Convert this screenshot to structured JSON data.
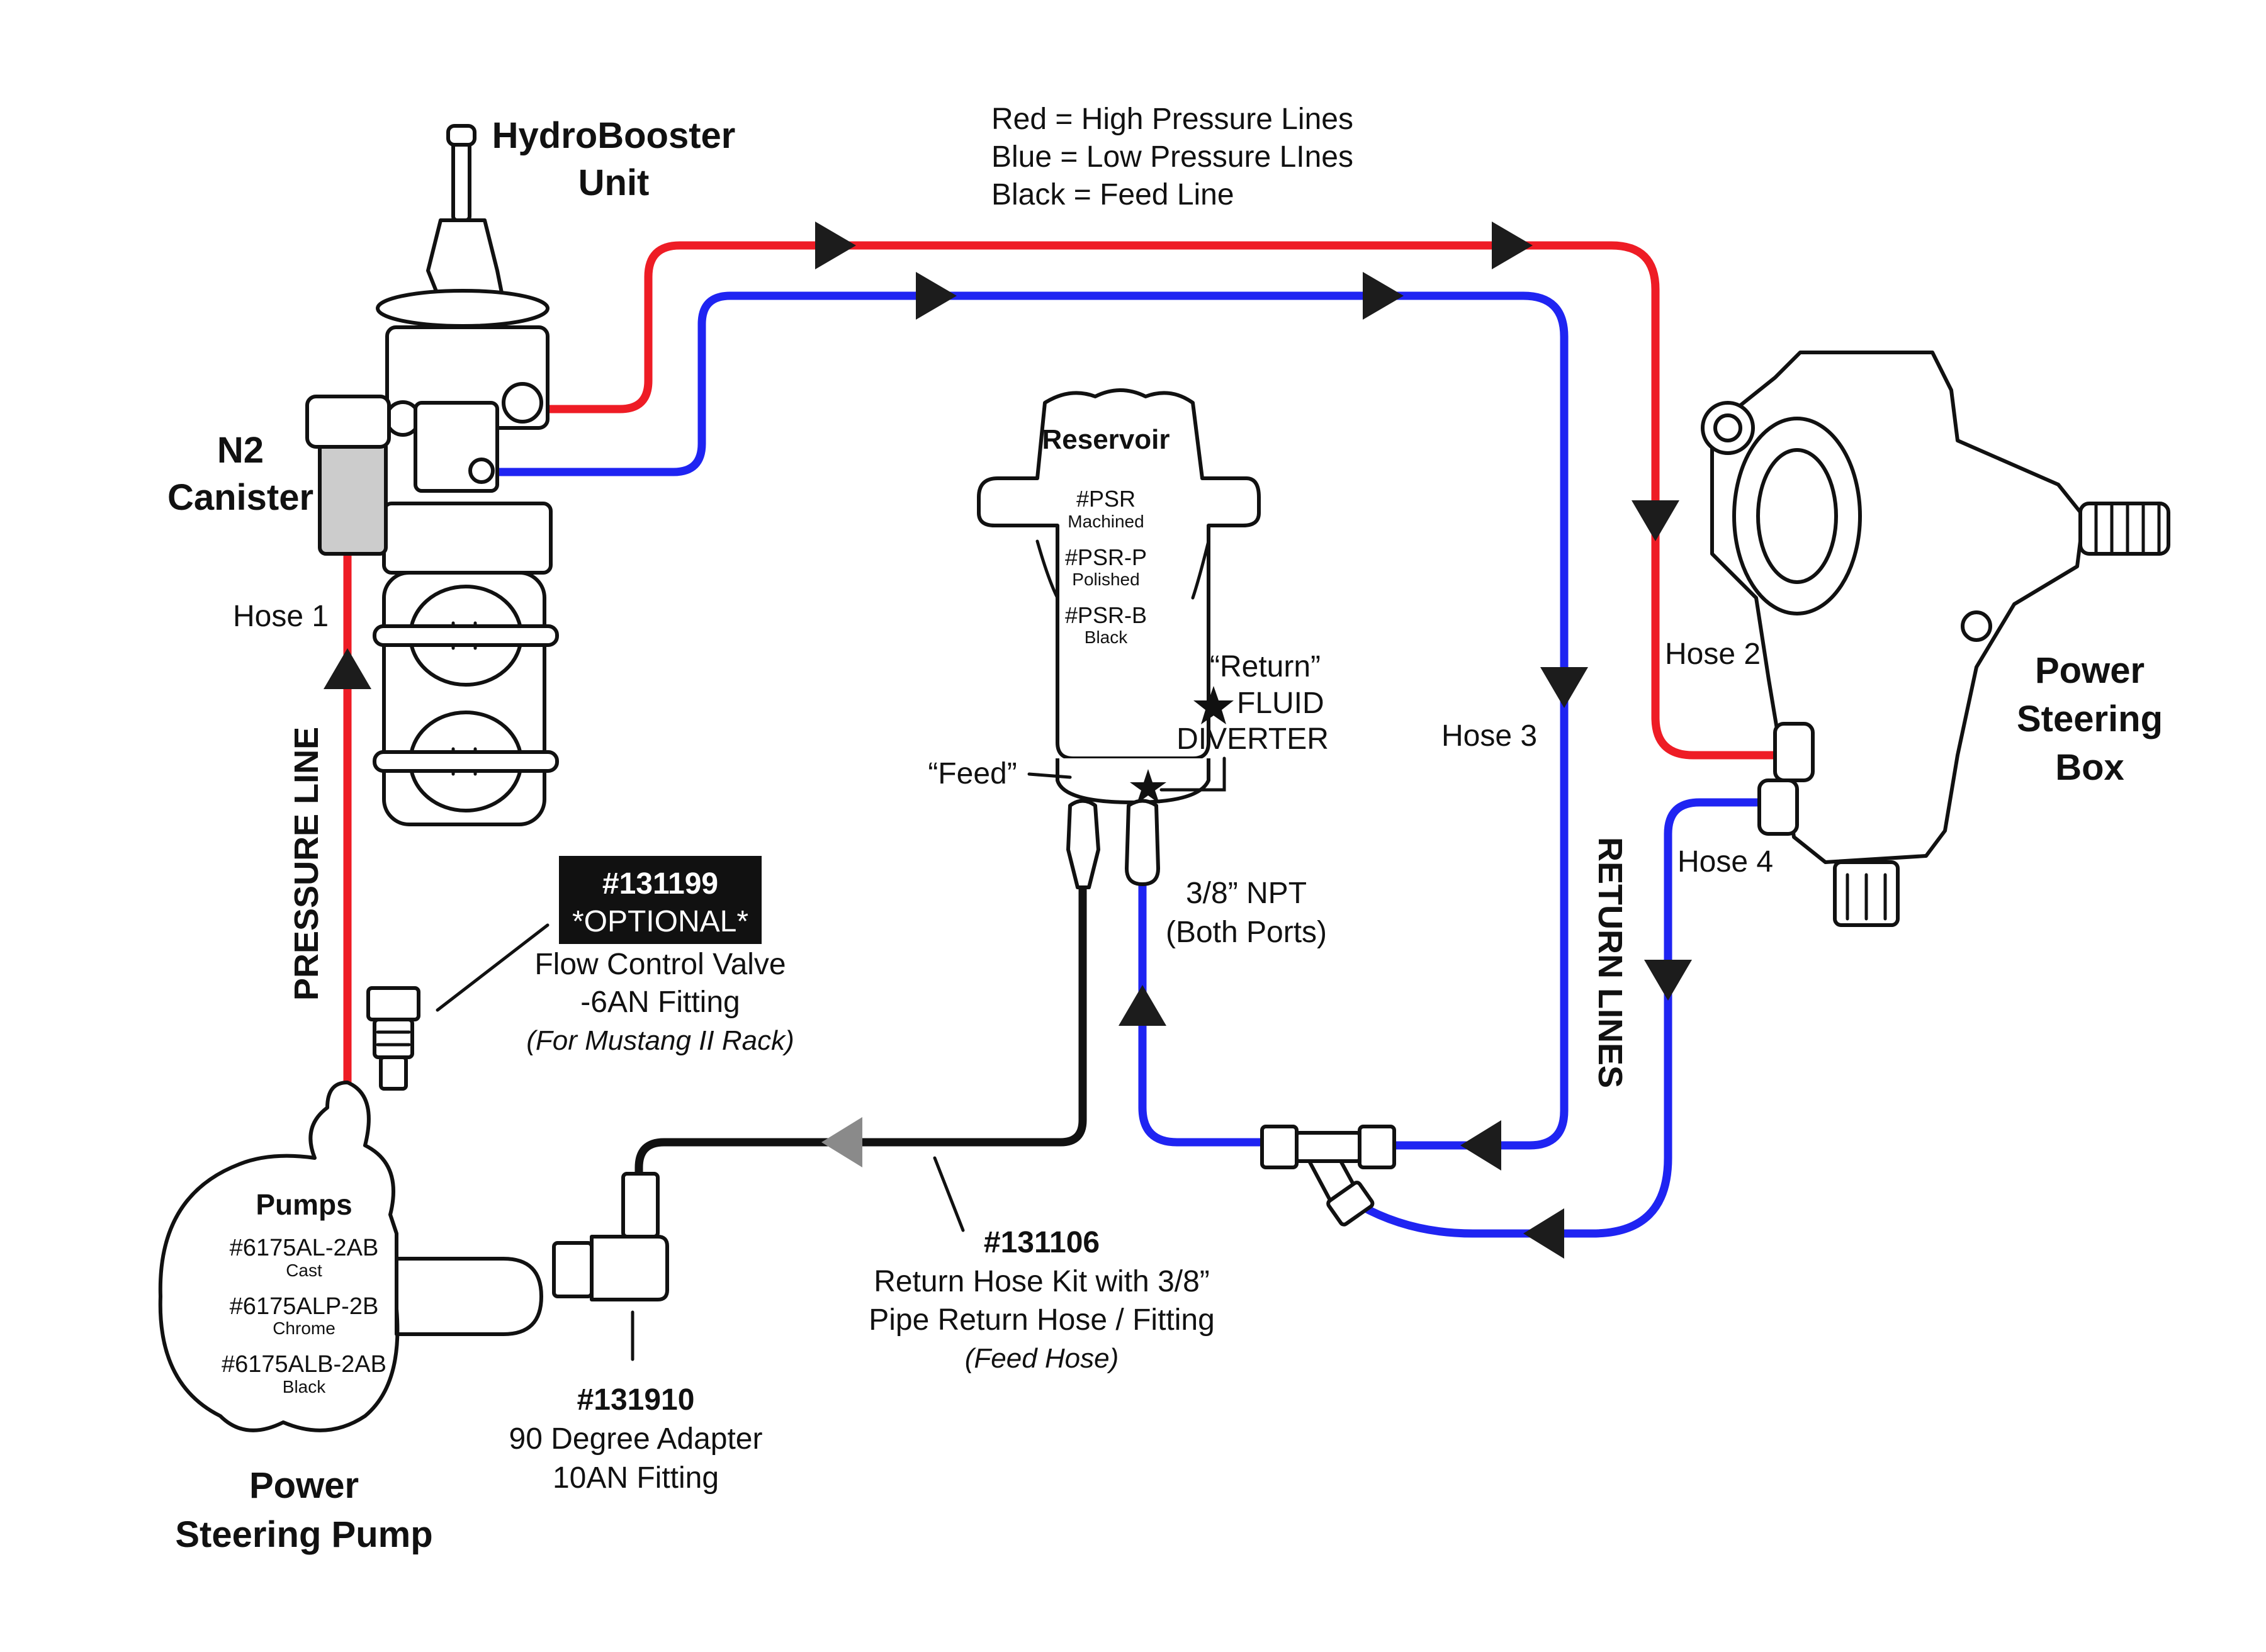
{
  "legend": {
    "red": "Red = High Pressure Lines",
    "blue": "Blue = Low Pressure LInes",
    "black": "Black = Feed Line"
  },
  "colors": {
    "high_pressure": "#ee1c25",
    "low_pressure": "#1f24f2",
    "feed": "#111111",
    "arrow": "#1c1c1c",
    "arrow_grey": "#8a8a8a",
    "canister": "#cccccc"
  },
  "hydrobooster": {
    "title_line1": "HydroBooster",
    "title_line2": "Unit"
  },
  "canister": {
    "line1": "N2",
    "line2": "Canister"
  },
  "hoses": {
    "hose1": "Hose 1",
    "hose2": "Hose 2",
    "hose3": "Hose 3",
    "hose4": "Hose 4"
  },
  "pressure_line": "PRESSURE LINE",
  "return_lines": "RETURN LINES",
  "reservoir": {
    "title": "Reservoir",
    "p1_num": "#PSR",
    "p1_desc": "Machined",
    "p2_num": "#PSR-P",
    "p2_desc": "Polished",
    "p3_num": "#PSR-B",
    "p3_desc": "Black"
  },
  "diverter": {
    "line1": "“Return”",
    "line2": "FLUID",
    "line3": "DIVERTER"
  },
  "feed": "“Feed”",
  "npt": {
    "line1": "3/8” NPT",
    "line2": "(Both Ports)"
  },
  "flow_valve": {
    "part": "#131199",
    "optional": "*OPTIONAL*",
    "line1": "Flow Control Valve",
    "line2": "-6AN Fitting",
    "line3": "(For Mustang II Rack)"
  },
  "pumps": {
    "title": "Pumps",
    "p1_num": "#6175AL-2AB",
    "p1_desc": "Cast",
    "p2_num": "#6175ALP-2B",
    "p2_desc": "Chrome",
    "p3_num": "#6175ALB-2AB",
    "p3_desc": "Black"
  },
  "pump_title": {
    "line1": "Power",
    "line2": "Steering Pump"
  },
  "adapter": {
    "part": "#131910",
    "line1": "90 Degree Adapter",
    "line2": "10AN Fitting"
  },
  "return_kit": {
    "part": "#131106",
    "line1": "Return Hose Kit with 3/8”",
    "line2": "Pipe Return Hose / Fitting",
    "line3": "(Feed Hose)"
  },
  "steering_box": {
    "line1": "Power",
    "line2": "Steering",
    "line3": "Box"
  }
}
